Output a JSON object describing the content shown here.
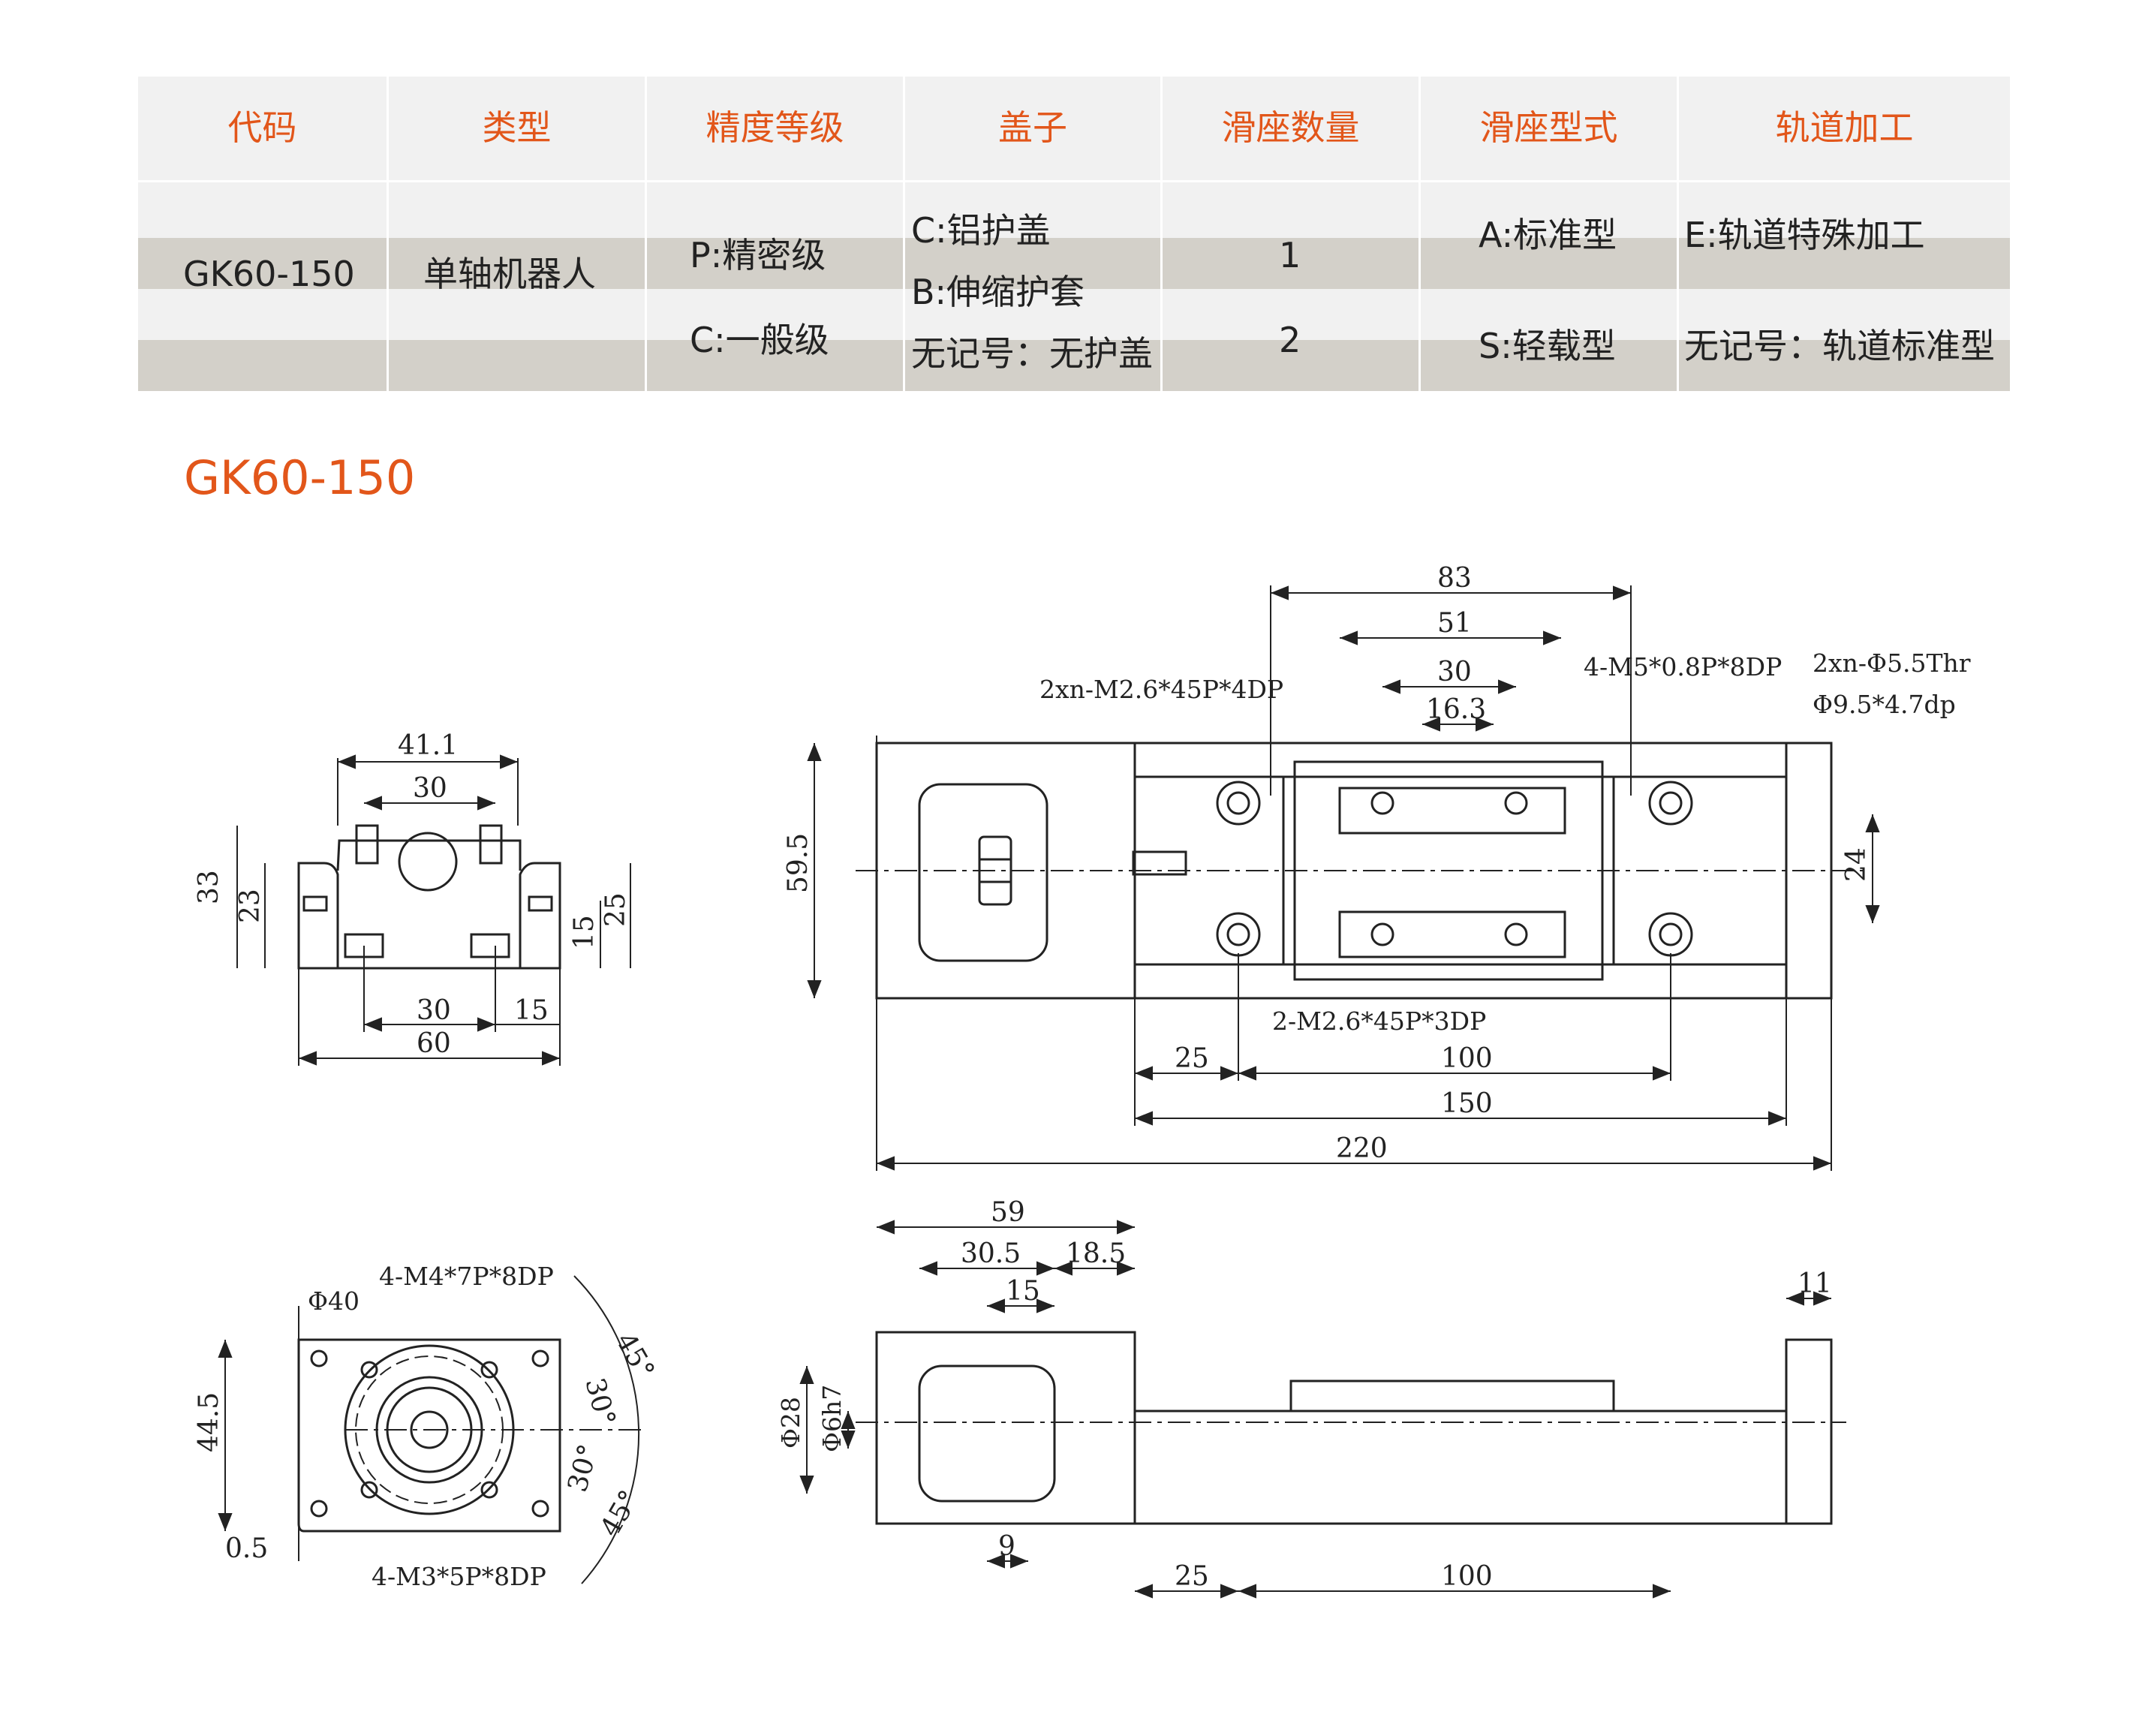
{
  "table": {
    "headers": [
      "代码",
      "类型",
      "精度等级",
      "盖子",
      "滑座数量",
      "滑座型式",
      "轨道加工"
    ],
    "code": "GK60-150",
    "type": "单轴机器人",
    "precision": [
      "P:精密级",
      "C:一般级"
    ],
    "cover": [
      "C:铝护盖",
      "B:伸缩护套",
      "无记号：无护盖"
    ],
    "slider_count": [
      "1",
      "2"
    ],
    "slider_type": [
      "A:标准型",
      "S:轻载型"
    ],
    "rail_processing": [
      "E:轨道特殊加工",
      "无记号：轨道标准型"
    ]
  },
  "drawing_title": "GK60-150",
  "dimensions": {
    "end_view": [
      "41.1",
      "30",
      "33",
      "23",
      "15",
      "25",
      "30",
      "15",
      "60"
    ],
    "top_view": [
      "83",
      "51",
      "30",
      "16.3",
      "59.5",
      "24",
      "25",
      "100",
      "150",
      "220"
    ],
    "flange_view": [
      "44.5",
      "0.5"
    ],
    "side_view": [
      "59",
      "30.5",
      "18.5",
      "15",
      "11",
      "9",
      "25",
      "100"
    ],
    "angles": [
      "45°",
      "30°",
      "30°",
      "45°"
    ]
  },
  "callouts": {
    "top_left": "2xn-M2.6*45P*4DP",
    "top_mid": "4-M5*0.8P*8DP",
    "top_right_1": "2xn-Φ5.5Thr",
    "top_right_2": "Φ9.5*4.7dp",
    "top_bottom": "2-M2.6*45P*3DP",
    "flange_top": "4-M4*7P*8DP",
    "flange_dia": "Φ40",
    "flange_bottom": "4-M3*5P*8DP",
    "side_dia_1": "Φ28",
    "side_dia_2": "Φ6h7"
  },
  "colors": {
    "accent": "#e2561a",
    "row_dark": "#d3d0c9",
    "row_light": "#f1f1f1",
    "line": "#222222"
  }
}
